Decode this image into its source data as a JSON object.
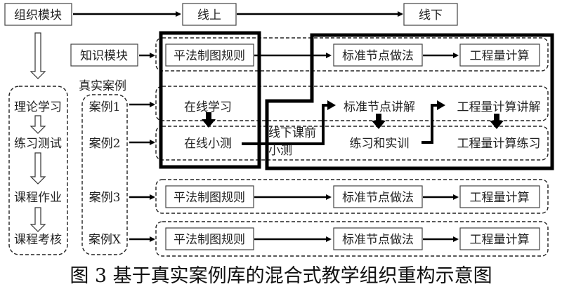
{
  "header": {
    "org_module": "组织模块",
    "online": "线上",
    "offline": "线下"
  },
  "knowledge_module": "知识模块",
  "real_cases_title": "真实案例",
  "left_steps": [
    "理论学习",
    "练习测试",
    "课程作业",
    "课程考核"
  ],
  "cases": [
    "案例1",
    "案例2",
    "案例3",
    "案例X"
  ],
  "module_row": {
    "a": "平法制图规则",
    "b": "标准节点做法",
    "c": "工程量计算"
  },
  "online_steps": {
    "study": "在线学习",
    "quiz": "在线小测"
  },
  "offline_pre_quiz": [
    "线下课前",
    "小测"
  ],
  "offline_steps": {
    "node_lecture": "标准节点讲解",
    "practice": "练习和实训",
    "calc_lecture": "工程量计算讲解",
    "calc_practice": "工程量计算练习"
  },
  "caption": "图 3 基于真实案例库的混合式教学组织重构示意图"
}
